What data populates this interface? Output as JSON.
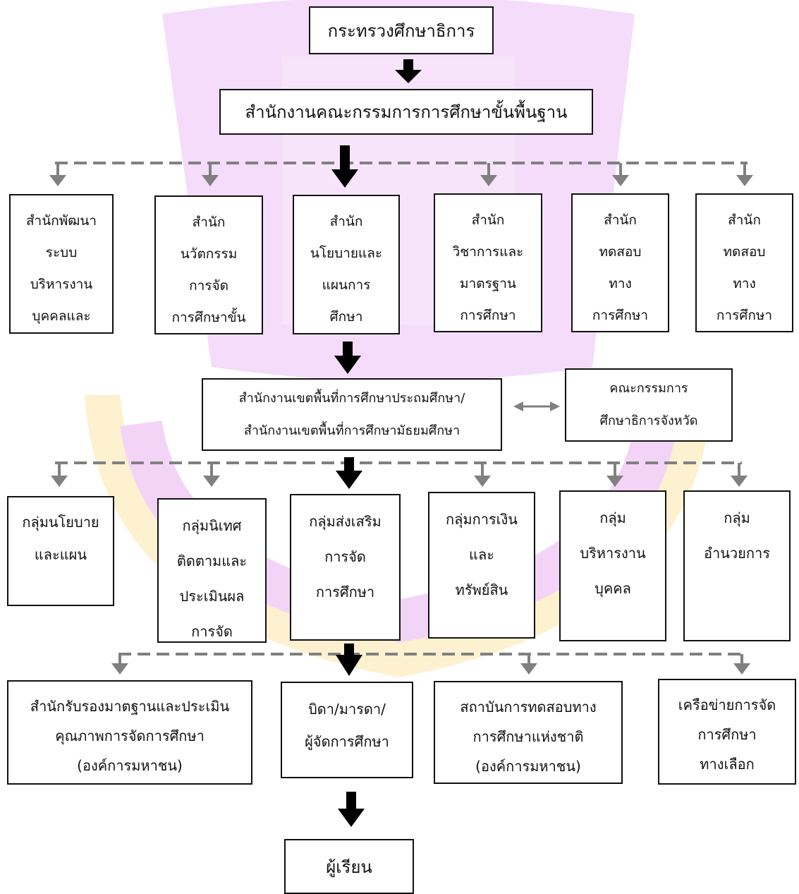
{
  "ministry": "กระทรวงศึกษาธิการ",
  "obec": "สำนักงานคณะกรรมการการศึกษาขั้นพื้นฐาน",
  "bureaus": [
    [
      "สำนักพัฒนา",
      "ระบบ",
      "บริหารงาน",
      "บุคคลและ"
    ],
    [
      "สำนัก",
      "นวัตกรรม",
      "การจัด",
      "การศึกษาขั้น"
    ],
    [
      "สำนัก",
      "นโยบายและ",
      "แผนการ",
      "ศึกษา"
    ],
    [
      "สำนัก",
      "วิชาการและ",
      "มาตรฐาน",
      "การศึกษา"
    ],
    [
      "สำนัก",
      "ทดสอบ",
      "ทาง",
      "การศึกษา"
    ],
    [
      "สำนัก",
      "ทดสอบ",
      "ทาง",
      "การศึกษา"
    ]
  ],
  "area_office": [
    "สำนักงานเขตพื้นที่การศึกษาประถมศึกษา/",
    "สำนักงานเขตพื้นที่การศึกษามัธยมศึกษา"
  ],
  "provincial_committee": [
    "คณะกรรมการ",
    "ศึกษาธิการจังหวัด"
  ],
  "groups": [
    [
      "กลุ่มนโยบาย",
      "และแผน"
    ],
    [
      "กลุ่มนิเทศ",
      "ติดตามและ",
      "ประเมินผล",
      "การจัด"
    ],
    [
      "กลุ่มส่งเสริม",
      "การจัด",
      "การศึกษา"
    ],
    [
      "กลุ่มการเงิน",
      "และ",
      "ทรัพย์สิน"
    ],
    [
      "กลุ่ม",
      "บริหารงาน",
      "บุคคล"
    ],
    [
      "กลุ่ม",
      "อำนวยการ"
    ]
  ],
  "org_left": [
    "สำนักรับรองมาตฐานและประเมิน",
    "คุณภาพการจัดการศึกษา",
    "(องค์การมหาชน)"
  ],
  "parents": [
    "บิดา/มารดา/",
    "ผู้จัดการศึกษา"
  ],
  "org_niets": [
    "สถาบันการทดสอบทาง",
    "การศึกษาแห่งชาติ",
    "(องค์การมหาชน)"
  ],
  "network": [
    "เครือข่ายการจัด",
    "การศึกษา",
    "ทางเลือก"
  ],
  "learner": "ผู้เรียน",
  "colors": {
    "box_border": "#111111",
    "main_arrow": "#000000",
    "dashed": "#808080",
    "watermark_purple": "#f0d4f8",
    "watermark_yellow": "#fdf1cf"
  }
}
